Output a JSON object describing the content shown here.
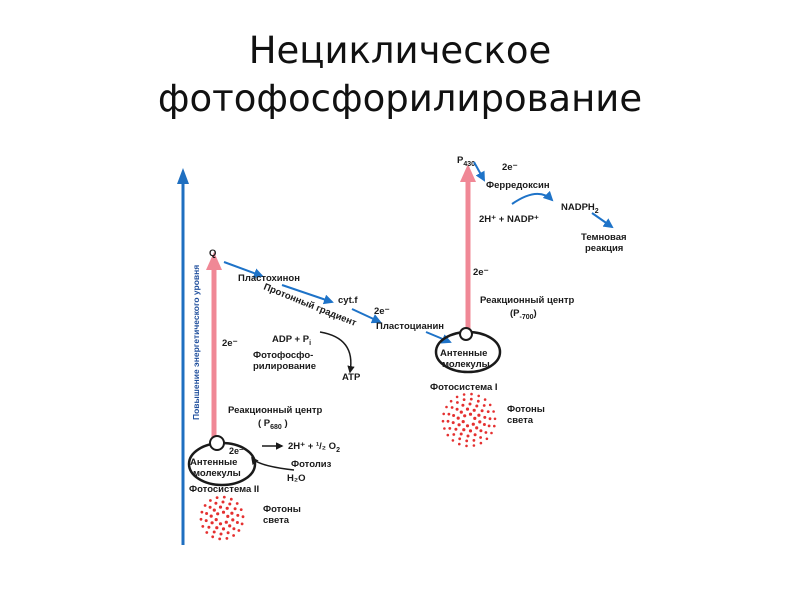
{
  "title": {
    "line1": "Нециклическое",
    "line2": "фотофосфорилирование"
  },
  "colors": {
    "axis_arrow": "#1f6fc0",
    "energy_arrow": "#f08896",
    "electron_arrow": "#1e73c8",
    "photons": "#e53030",
    "text": "#1a1a1a"
  },
  "diagram": {
    "axis_label": "Повышение энергетического уровня",
    "q_label": "Q",
    "plastoquinone": "Пластохинон",
    "proton_gradient": "Протонный градиент",
    "cyt_f": "cyt.f",
    "plastocyanin": "Пластоцианин",
    "two_e": "2e⁻",
    "adp_pi": "ADP + P",
    "adp_pi_sub": "i",
    "photophos_line1": "Фотофосфо-",
    "photophos_line2": "рилирование",
    "atp": "ATP",
    "rc_ps2_line1": "Реакционный центр",
    "rc_ps2_p": "( P",
    "rc_ps2_sub": "680",
    "rc_ps2_close": " )",
    "water_products_main": "2H⁺ + ",
    "water_products_half": "¹/₂",
    "water_products_o": " O",
    "water_products_sub": "2",
    "photolysis": "Фотолиз",
    "h2o": "H₂O",
    "antenna_line1": "Антенные",
    "antenna_line2": "молекулы",
    "ps2_label": "Фотосистема II",
    "photons_line1": "Фотоны",
    "photons_line2": "света",
    "p430": "P",
    "p430_sub": "430",
    "ferredoxin": "Ферредоксин",
    "nadp_reaction": "2H⁺ + NADP⁺",
    "nadph": "NADPH",
    "nadph_sub": "2",
    "dark_line1": "Темновая",
    "dark_line2": "реакция",
    "rc_ps1_line1": "Реакционный центр",
    "rc_ps1_p": "(P",
    "rc_ps1_sub": "-700",
    "rc_ps1_close": ")",
    "ps1_label": "Фотосистема I"
  }
}
